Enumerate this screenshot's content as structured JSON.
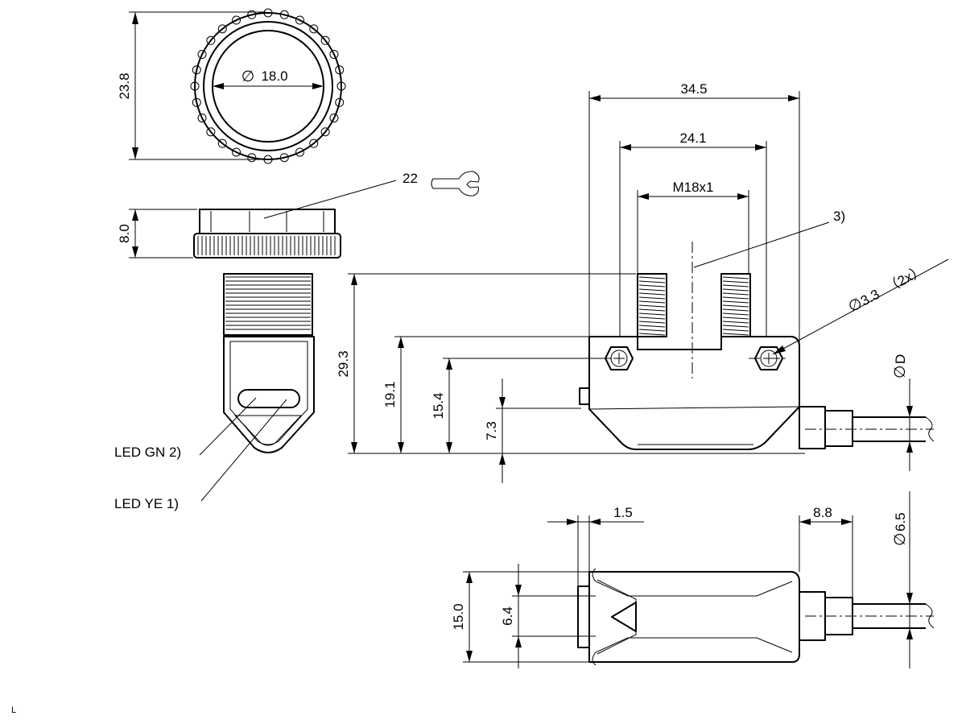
{
  "diagram": {
    "dimensions": {
      "nut_outer_height": "23.8",
      "nut_inner_diameter": "18.0",
      "nut_thickness": "8.0",
      "housing_width": "34.5",
      "bracket_width": "24.1",
      "thread": "M18x1",
      "overall_height": "29.3",
      "body_height": "19.1",
      "hole_height": "15.4",
      "lower_height": "7.3",
      "hole_diameter": "3.3",
      "hole_count": "（2x）",
      "cable_diameter_var": "D",
      "flange_thickness": "1.5",
      "cable_gland_length": "8.8",
      "cable_diameter": "6.5",
      "body_depth": "15.0",
      "led_window": "6.4"
    },
    "callouts": {
      "wrench_size": "22",
      "note_3": "3)",
      "led_green": "LED GN 2)",
      "led_yellow": "LED YE 1)"
    },
    "symbols": {
      "diameter": "∅"
    },
    "footer_mark": "L"
  }
}
